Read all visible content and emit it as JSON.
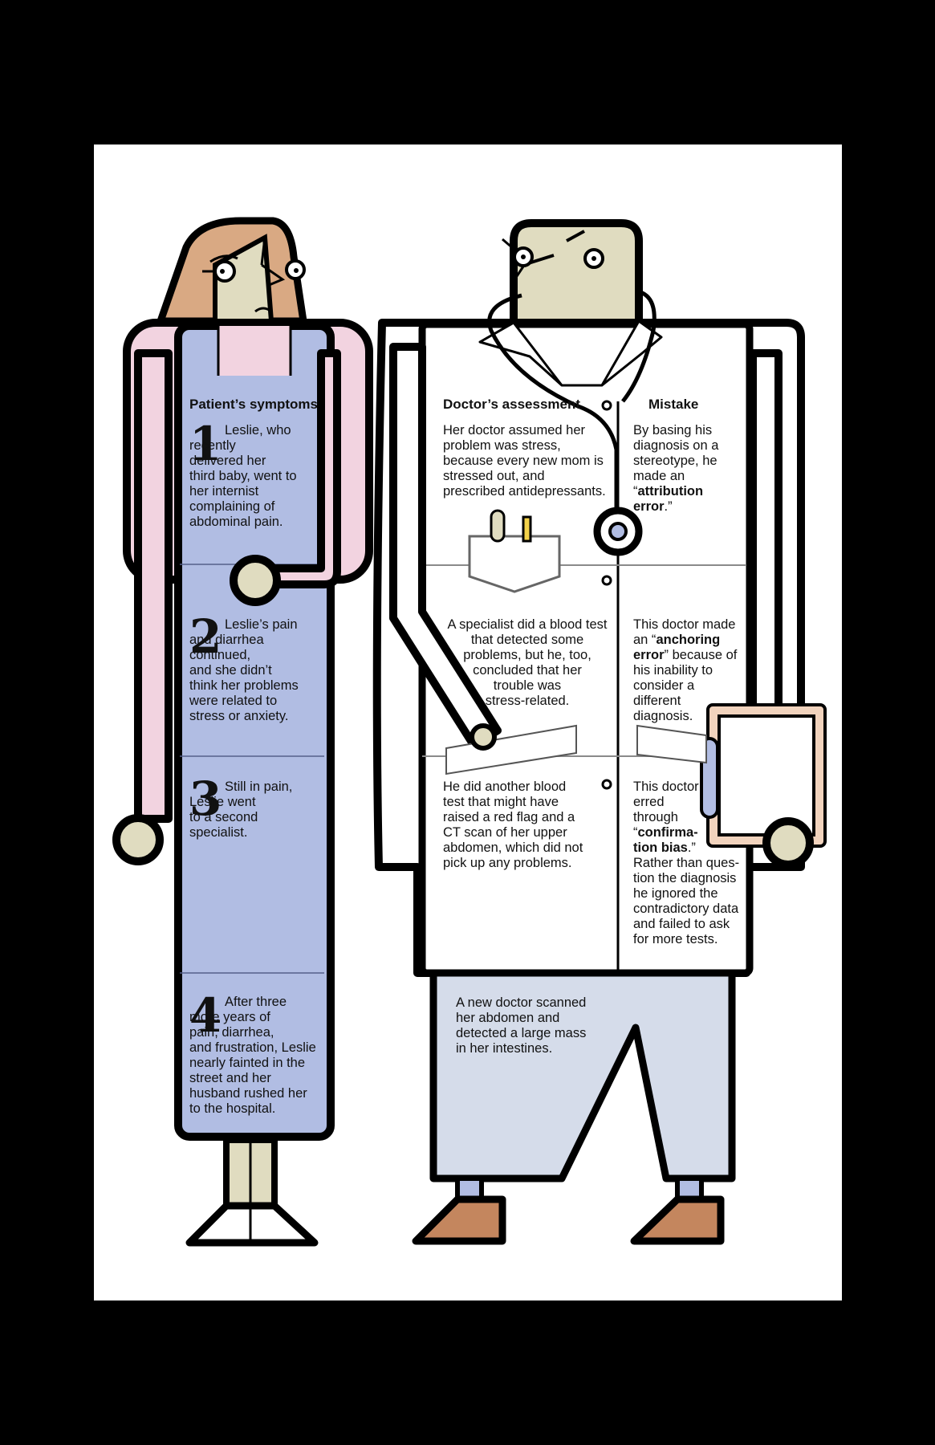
{
  "headers": {
    "patient": "Patient’s symptoms",
    "doctor": "Doctor’s assessment",
    "mistake": "Mistake"
  },
  "steps": [
    {
      "number": "1",
      "symptom": "Leslie, who\nrecently\ndelivered her\nthird baby, went to\nher internist\ncomplaining of\nabdominal pain."
    },
    {
      "number": "2",
      "symptom": "Leslie’s pain\nand diarrhea\ncontinued,\nand she didn’t\nthink her problems\nwere related to\nstress or anxiety."
    },
    {
      "number": "3",
      "symptom": "Still in pain,\nLeslie went\nto a second\nspecialist."
    },
    {
      "number": "4",
      "symptom": "After three\nmore years of\npain, diarrhea,\nand frustration, Leslie\nnearly fainted in the\nstreet and her\nhusband rushed her\nto the hospital."
    }
  ],
  "assessments": [
    "Her doctor assumed her\nproblem was stress,\nbecause every new mom is\nstressed out, and\nprescribed antidepressants.",
    "A specialist did a blood test\nthat detected some\nproblems, but he, too,\nconcluded that her\ntrouble was\nstress-related.",
    "He did another blood\ntest that might have\nraised a red flag and a\nCT scan of her upper\nabdomen, which did not\npick up any problems.",
    "A new doctor scanned\nher abdomen and\ndetected a large mass\nin her intestines."
  ],
  "mistakes": [
    {
      "before": "By basing his\ndiagnosis on a\nstereotype, he\nmade an\n“",
      "term": "attribution\nerror",
      "after": ".”"
    },
    {
      "before": "This doctor made\nan “",
      "term": "anchoring\nerror",
      "after": "” because of\nhis inability to\nconsider a\ndifferent\ndiagnosis."
    },
    {
      "before": "This doctor\nerred\nthrough\n“",
      "term": "confirma-\ntion bias",
      "after": ".”\nRather than ques-\ntion the diagnosis\nhe ignored the\ncontradictory data\nand failed to ask\nfor more tests."
    }
  ],
  "colors": {
    "background": "#000000",
    "panel": "#ffffff",
    "outline": "#000000",
    "patient_dress": "#b1bde3",
    "patient_sleeve": "#f2d3e0",
    "patient_hair": "#d9a983",
    "skin": "#e0dcc0",
    "coat": "#ffffff",
    "doctor_pants": "#d5dcea",
    "shoes": "#c4865e",
    "clipboard": "#f1d3bd",
    "divider": "#8a8a8a"
  }
}
